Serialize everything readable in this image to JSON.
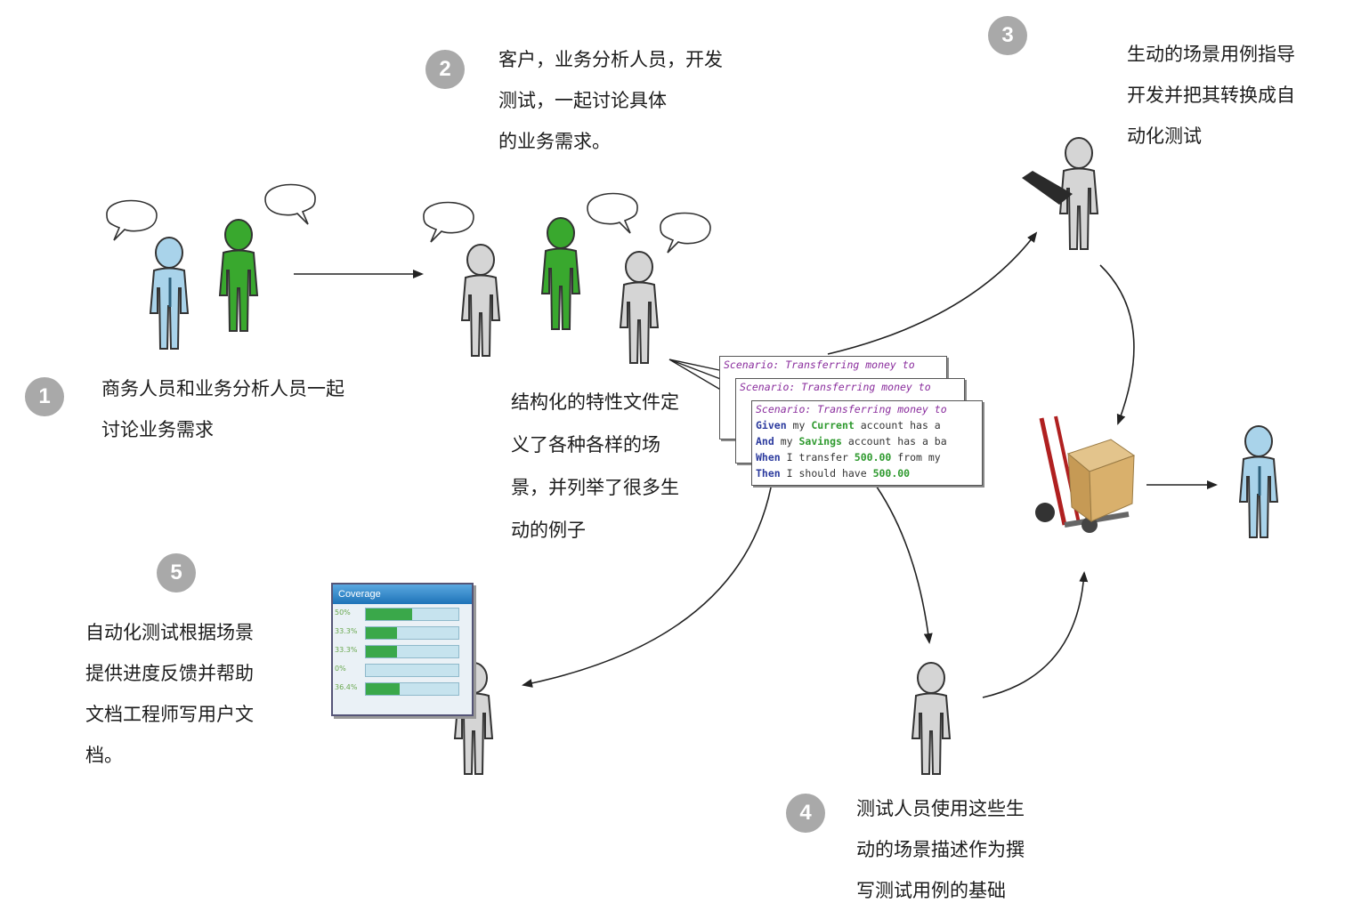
{
  "colors": {
    "badge": "#a9a9a9",
    "green_person": "#39a82e",
    "blue_person": "#a9d3ea",
    "grey_person": "#d5d5d5",
    "arrow": "#222222"
  },
  "steps": [
    {
      "number": "1",
      "lines": [
        "商务人员和业务分析人员一起",
        "讨论业务需求"
      ]
    },
    {
      "number": "2",
      "lines": [
        "客户，业务分析人员，开发",
        "测试，一起讨论具体",
        "的业务需求。"
      ]
    },
    {
      "number": "3",
      "lines": [
        "生动的场景用例指导",
        "开发并把其转换成自",
        "动化测试"
      ]
    },
    {
      "number": "4",
      "lines": [
        "测试人员使用这些生",
        "动的场景描述作为撰",
        "写测试用例的基础"
      ]
    },
    {
      "number": "5",
      "lines": [
        "自动化测试根据场景",
        "提供进度反馈并帮助",
        "文档工程师写用户文",
        "档。"
      ]
    }
  ],
  "feature_note": {
    "lines": [
      "结构化的特性文件定",
      "义了各种各样的场",
      "景，并列举了很多生",
      "动的例子"
    ]
  },
  "feature_file": {
    "scenario_line": "Scenario: Transferring money to",
    "given_kw": "Given",
    "given_mid": " my ",
    "given_acc": "Current",
    "given_rest": " account has a",
    "and_kw": "And",
    "and_mid": " my ",
    "and_acc": "Savings",
    "and_rest": " account has a ba",
    "when_kw": "When",
    "when_mid": " I transfer ",
    "when_amt": "500.00",
    "when_rest": " from my",
    "then_kw": "Then",
    "then_mid": " I should have ",
    "then_amt": "500.00"
  },
  "coverage_report": {
    "title": "Coverage",
    "rows": [
      {
        "label": "50%",
        "value": 0.5
      },
      {
        "label": "33.3%",
        "value": 0.333
      },
      {
        "label": "33.3%",
        "value": 0.333
      },
      {
        "label": "0%",
        "value": 0
      },
      {
        "label": "36.4%",
        "value": 0.364
      }
    ]
  },
  "icons": [
    "speech-bubble-icon",
    "person-icon",
    "laptop-icon",
    "hand-truck-icon",
    "package-box-icon"
  ]
}
